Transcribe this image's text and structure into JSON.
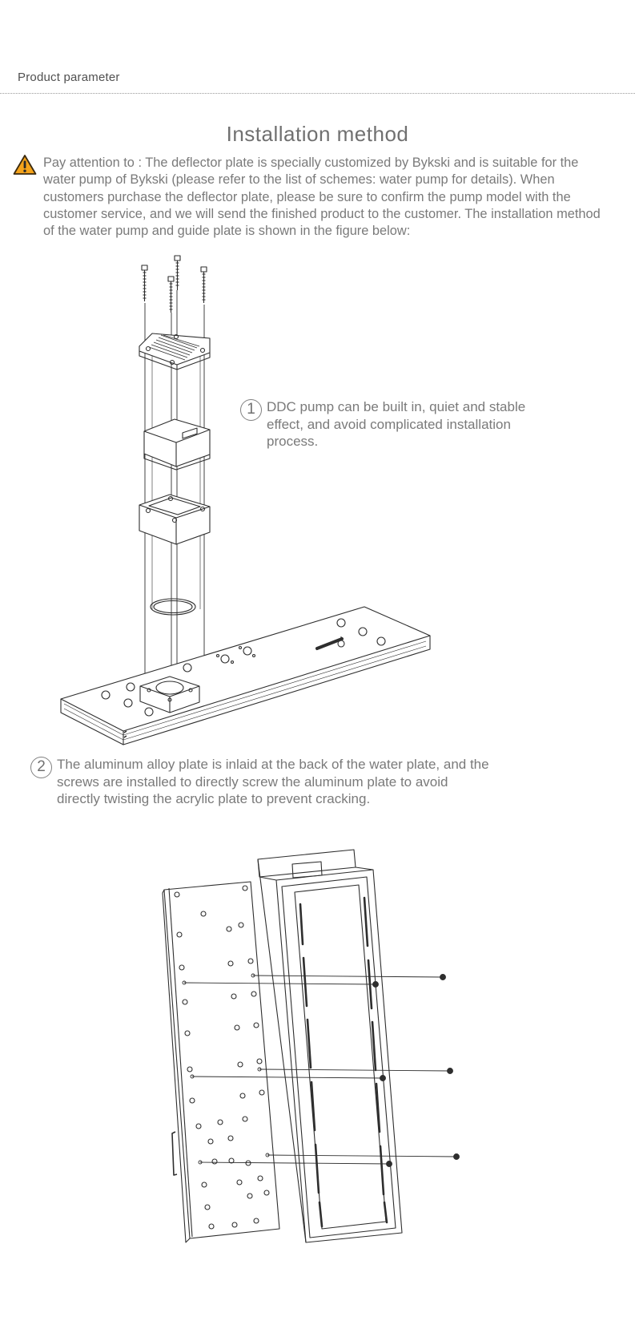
{
  "header": {
    "section_label": "Product parameter"
  },
  "installation": {
    "title": "Installation method",
    "notice": "Pay attention to : The deflector plate is specially customized by Bykski and is suitable for the water pump of Bykski (please refer to the list of schemes: water pump for details). When customers purchase the deflector plate, please be sure to confirm the pump model with the customer service, and we will send the finished product to the customer. The installation method of the water pump and guide plate is shown in the figure below:"
  },
  "callouts": [
    {
      "number": "1",
      "text": "DDC pump can be built in, quiet and stable effect, and avoid complicated installation process."
    },
    {
      "number": "2",
      "text": "The aluminum alloy plate is inlaid at the back of the water plate, and the screws are installed to directly screw the aluminum plate to avoid directly twisting the acrylic plate to prevent cracking."
    }
  ],
  "icons": {
    "notice": "warning-triangle-icon"
  },
  "colors": {
    "warning_fill": "#f5a31a",
    "text": "#707070",
    "line": "#3a3a3a"
  }
}
